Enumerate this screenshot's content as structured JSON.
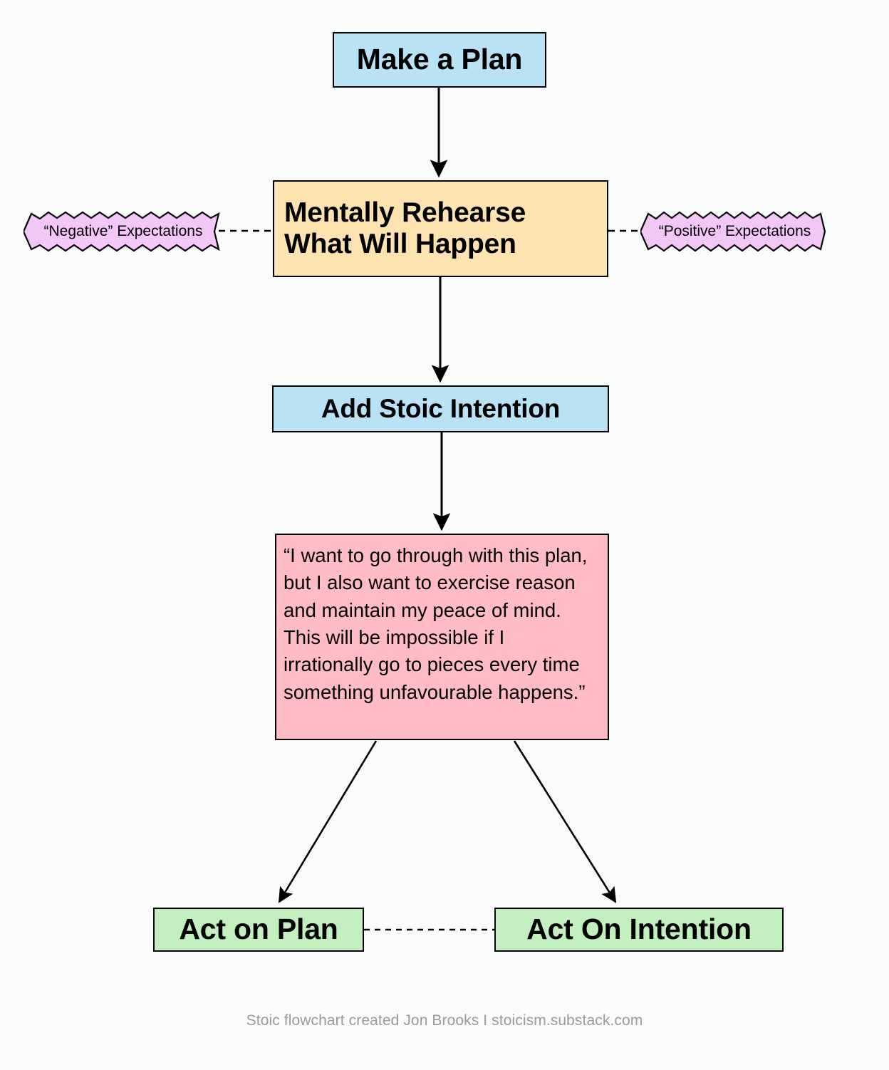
{
  "diagram": {
    "title": "Stoic flowchart",
    "background_color": "#fafcfc",
    "nodes": {
      "make_plan": {
        "label": "Make a Plan",
        "fill": "#b9e2f5",
        "stroke": "#000000"
      },
      "rehearse": {
        "label": "Mentally Rehearse What Will Happen",
        "line1": "Mentally Rehearse",
        "line2": "What Will Happen",
        "fill": "#fce3b0",
        "stroke": "#000000"
      },
      "stoic_intention": {
        "label": "Add Stoic Intention",
        "fill": "#b9e2f5",
        "stroke": "#000000"
      },
      "quote": {
        "label": "“I want to go through with this plan, but I also want to exercise reason and maintain my peace of mind. This will be impossible if I irrationally go to pieces every time something unfavourable happens.”",
        "fill": "#ffbcc5",
        "stroke": "#000000"
      },
      "act_on_plan": {
        "label": "Act on Plan",
        "fill": "#c3eebf",
        "stroke": "#000000"
      },
      "act_on_intention": {
        "label": "Act On Intention",
        "fill": "#c3eebf",
        "stroke": "#000000"
      }
    },
    "banners": {
      "negative": {
        "label": "“Negative” Expectations",
        "fill": "#f2c6f5",
        "stroke": "#000000"
      },
      "positive": {
        "label": "“Positive” Expectations",
        "fill": "#f2c6f5",
        "stroke": "#000000"
      }
    },
    "connectors": [
      {
        "name": "make-plan-to-rehearse",
        "style": "solid-arrow",
        "from": "make_plan",
        "to": "rehearse"
      },
      {
        "name": "rehearse-to-stoic-intention",
        "style": "solid-arrow",
        "from": "rehearse",
        "to": "stoic_intention"
      },
      {
        "name": "stoic-intention-to-quote",
        "style": "solid-arrow",
        "from": "stoic_intention",
        "to": "quote"
      },
      {
        "name": "quote-to-act-on-plan",
        "style": "solid-arrow",
        "from": "quote",
        "to": "act_on_plan"
      },
      {
        "name": "quote-to-act-on-intention",
        "style": "solid-arrow",
        "from": "quote",
        "to": "act_on_intention"
      },
      {
        "name": "negative-to-rehearse",
        "style": "dashed",
        "from": "negative",
        "to": "rehearse"
      },
      {
        "name": "positive-to-rehearse",
        "style": "dashed",
        "from": "positive",
        "to": "rehearse"
      },
      {
        "name": "act-on-plan-to-act-on-intention",
        "style": "dashed",
        "from": "act_on_plan",
        "to": "act_on_intention"
      }
    ]
  },
  "footer": {
    "credit": "Stoic flowchart created Jon Brooks I stoicism.substack.com",
    "color": "#9a9a9a"
  }
}
